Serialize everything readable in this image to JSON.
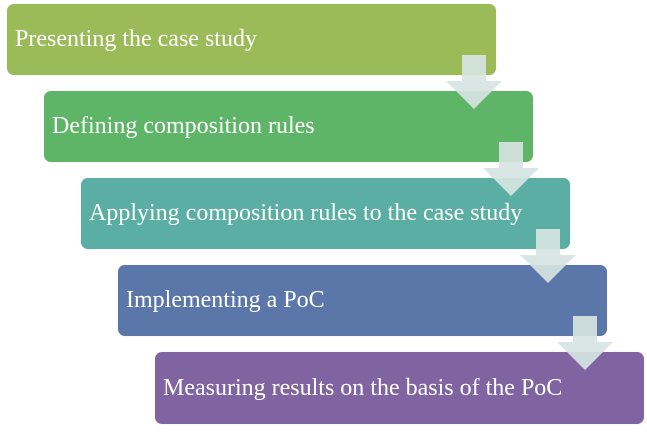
{
  "steps": [
    {
      "label": "Presenting the case study",
      "color": "#9bbb59"
    },
    {
      "label": "Defining composition rules",
      "color": "#5fb567"
    },
    {
      "label": "Applying composition rules to the case study",
      "color": "#5aaea4"
    },
    {
      "label": "Implementing a PoC",
      "color": "#5b76a8"
    },
    {
      "label": "Measuring results on the basis of the PoC",
      "color": "#8064a2"
    }
  ],
  "arrow_color": "#d6e4e1",
  "arrow_icon": "down-arrow-icon"
}
